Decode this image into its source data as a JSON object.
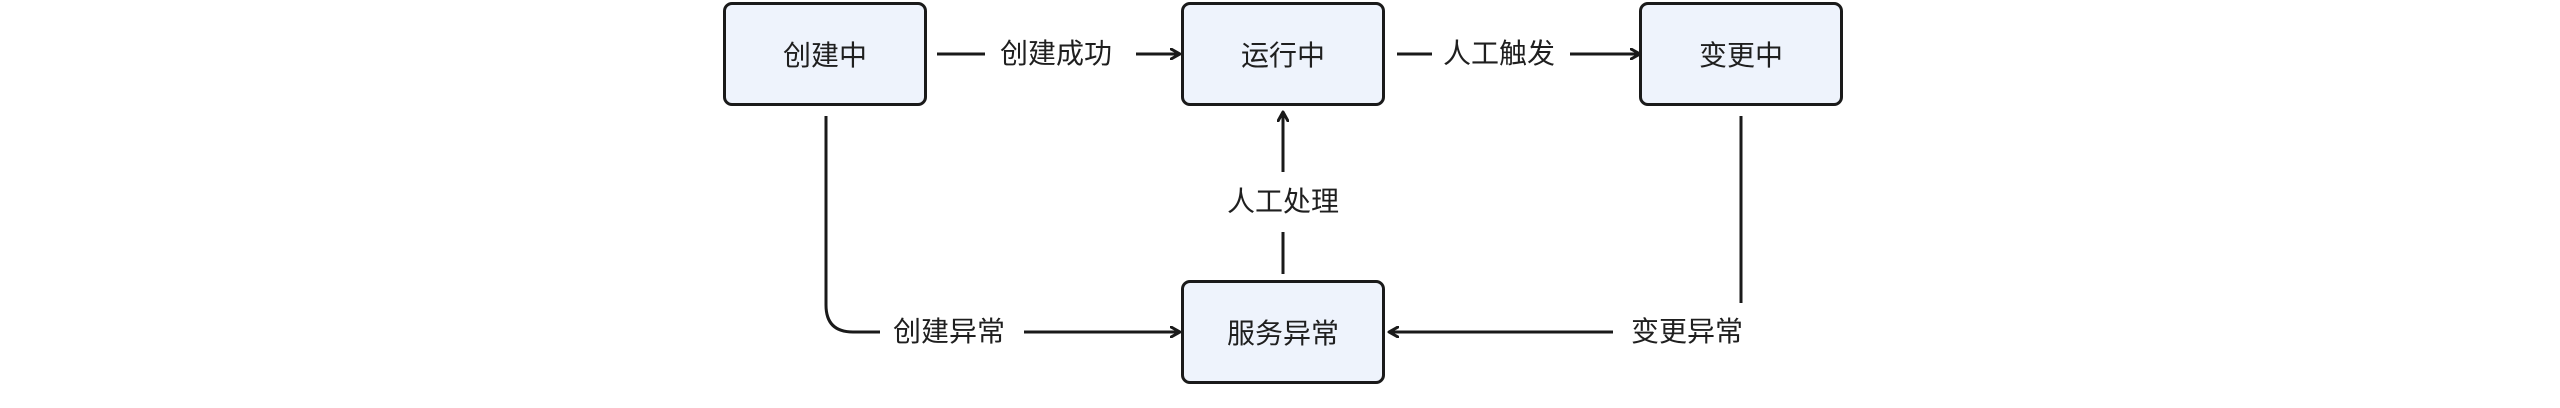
{
  "nodes": {
    "creating": "创建中",
    "running": "运行中",
    "changing": "变更中",
    "service_error": "服务异常"
  },
  "edges": {
    "create_success": "创建成功",
    "manual_trigger": "人工触发",
    "manual_handle": "人工处理",
    "create_error": "创建异常",
    "change_error": "变更异常"
  },
  "colors": {
    "node_fill": "#eef3fc",
    "stroke": "#1a1a1a"
  }
}
